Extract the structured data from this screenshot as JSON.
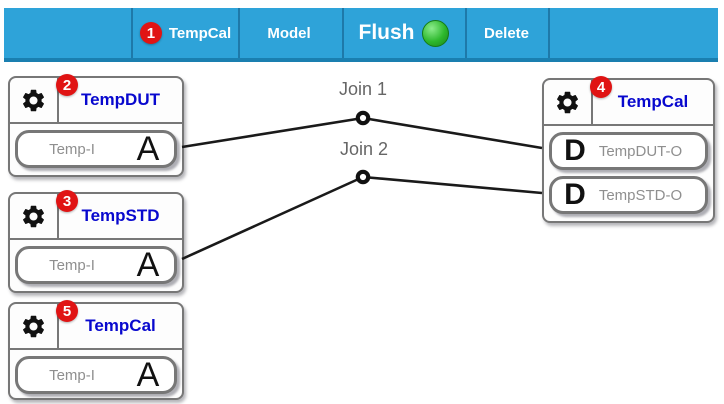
{
  "colors": {
    "toolbar_bg": "#2ea3d9",
    "toolbar_border": "#1a7fb0",
    "badge_red": "#e01414",
    "title_blue": "#0808ce",
    "node_border": "#777777",
    "port_text": "#8f8f8f",
    "join_text": "#666666",
    "led_green": "#2db82d"
  },
  "toolbar": {
    "items": [
      {
        "label": "TempCal",
        "badge": "1"
      },
      {
        "label": "Model"
      },
      {
        "label": "Flush",
        "led": "green"
      },
      {
        "label": "Delete"
      }
    ]
  },
  "nodes": [
    {
      "badge": "2",
      "title": "TempDUT",
      "ports": [
        {
          "label": "Temp-I",
          "letter": "A"
        }
      ]
    },
    {
      "badge": "3",
      "title": "TempSTD",
      "ports": [
        {
          "label": "Temp-I",
          "letter": "A"
        }
      ]
    },
    {
      "badge": "5",
      "title": "TempCal",
      "ports": [
        {
          "label": "Temp-I",
          "letter": "A"
        }
      ]
    },
    {
      "badge": "4",
      "title": "TempCal",
      "ports": [
        {
          "letter": "D",
          "label": "TempDUT-O"
        },
        {
          "letter": "D",
          "label": "TempSTD-O"
        }
      ]
    }
  ],
  "joins": [
    {
      "label": "Join 1"
    },
    {
      "label": "Join 2"
    }
  ]
}
